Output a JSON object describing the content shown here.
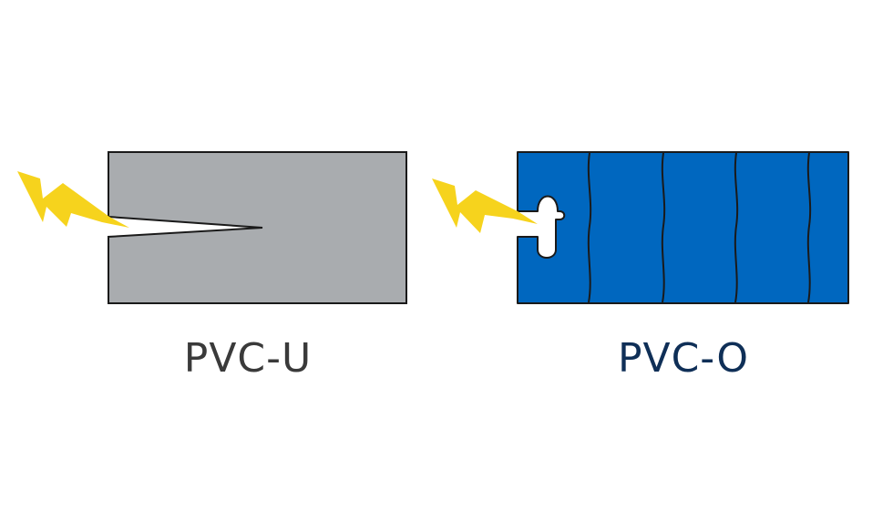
{
  "panels": {
    "left": {
      "label": "PVC-U",
      "label_color": "#3a3a3a",
      "fill_color": "#a9acaf"
    },
    "right": {
      "label": "PVC-O",
      "label_color": "#0f2f57",
      "fill_color": "#0067bf"
    }
  },
  "icons": {
    "impact": "lightning-bolt",
    "impact_color": "#f6d31d"
  },
  "colors": {
    "outline": "#1a1a1a",
    "background": "#ffffff"
  }
}
